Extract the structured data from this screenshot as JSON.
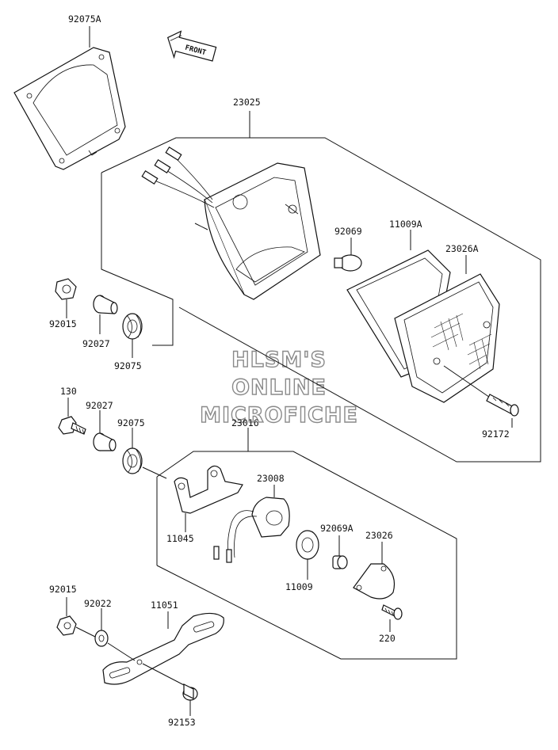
{
  "arrow": {
    "text": "FRONT"
  },
  "watermark": {
    "line1": "HLSM'S",
    "line2": "ONLINE",
    "line3": "MICROFICHE"
  },
  "labels": {
    "p92075A": "92075A",
    "p23025": "23025",
    "p92069": "92069",
    "p11009A": "11009A",
    "p23026A": "23026A",
    "p92015a": "92015",
    "p92027a": "92027",
    "p92075a": "92075",
    "p130": "130",
    "p92027b": "92027",
    "p92075b": "92075",
    "p23016": "23016",
    "p92172": "92172",
    "p23008": "23008",
    "p11045": "11045",
    "p92069A": "92069A",
    "p23026": "23026",
    "p11009": "11009",
    "p220": "220",
    "p92015b": "92015",
    "p92022": "92022",
    "p11051": "11051",
    "p92153": "92153"
  }
}
